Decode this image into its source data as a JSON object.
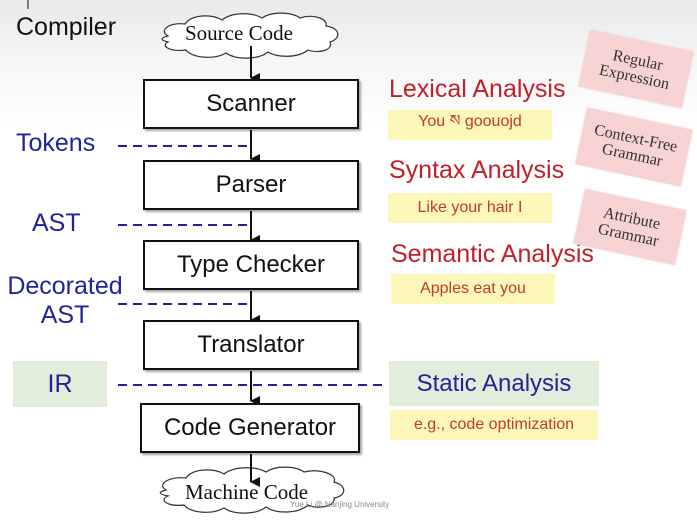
{
  "title": "Compiler",
  "clouds": {
    "input": "Source Code",
    "output": "Machine Code"
  },
  "stages": [
    {
      "label": "Scanner"
    },
    {
      "label": "Parser"
    },
    {
      "label": "Type Checker"
    },
    {
      "label": "Translator"
    },
    {
      "label": "Code Generator"
    }
  ],
  "intermediates": [
    {
      "label": "Tokens"
    },
    {
      "label": "AST"
    },
    {
      "label": "Decorated AST"
    },
    {
      "label": "IR"
    }
  ],
  "phases": [
    {
      "title": "Lexical Analysis",
      "example": "You ས goouojd",
      "formalism": "Regular Expression"
    },
    {
      "title": "Syntax Analysis",
      "example": "Like your hair I",
      "formalism": "Context-Free Grammar"
    },
    {
      "title": "Semantic Analysis",
      "example": "Apples eat you",
      "formalism": "Attribute Grammar"
    }
  ],
  "static_analysis": {
    "title": "Static Analysis",
    "example": "e.g., code optimization"
  },
  "colors": {
    "intermediate_label": "#22229a",
    "phase_title": "#c0202a",
    "example_bg": "#fdf7b9",
    "formalism_bg": "#f8d3d3",
    "ir_bg": "#e2eedb"
  },
  "watermark": "Yue Li @ Nanjing University",
  "cursor_glyph": "I"
}
